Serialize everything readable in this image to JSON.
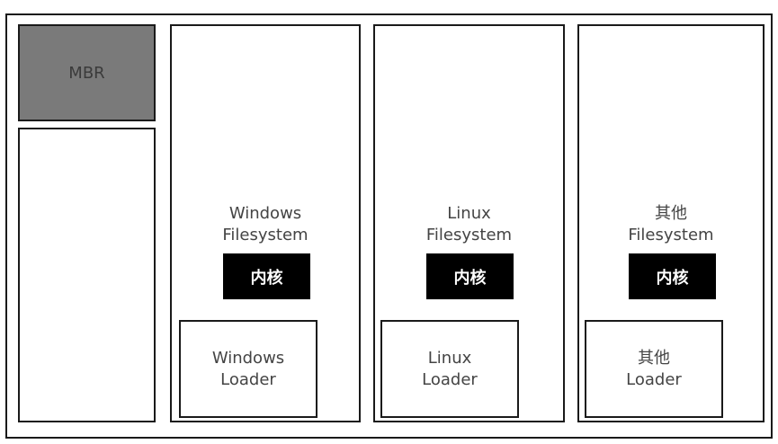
{
  "mbr": {
    "label": "MBR"
  },
  "partitions": [
    {
      "filesystem": [
        "Windows",
        "Filesystem"
      ],
      "kernel": "内核",
      "loader": [
        "Windows",
        "Loader"
      ]
    },
    {
      "filesystem": [
        "Linux",
        "Filesystem"
      ],
      "kernel": "内核",
      "loader": [
        "Linux",
        "Loader"
      ]
    },
    {
      "filesystem": [
        "其他",
        "Filesystem"
      ],
      "kernel": "内核",
      "loader": [
        "其他",
        "Loader"
      ]
    }
  ],
  "colors": {
    "mbr_fill": "#7a7a7a",
    "kernel_fill": "#000000",
    "border": "#1a1a1a"
  }
}
